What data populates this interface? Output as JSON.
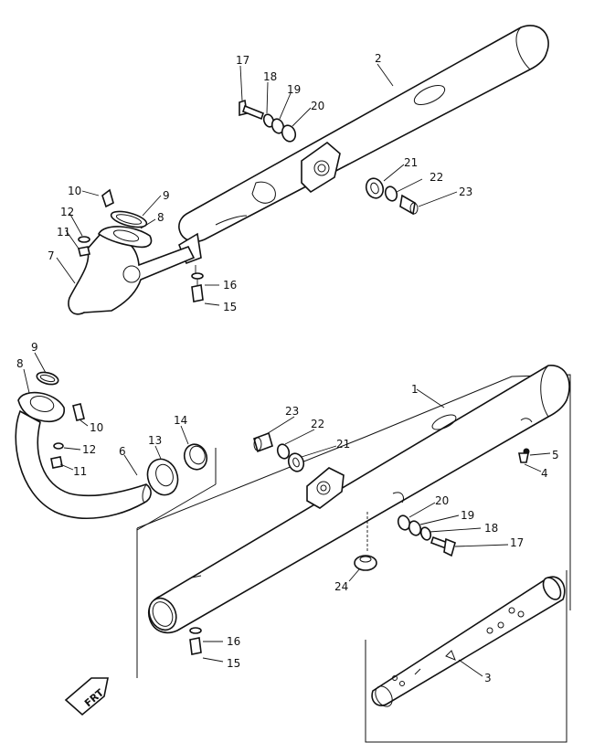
{
  "diagram": {
    "type": "exploded-parts-diagram",
    "front_marker": {
      "label": "FRT",
      "icon": "front-arrow-icon"
    },
    "callouts": [
      {
        "id": "c1",
        "label": "1"
      },
      {
        "id": "c2",
        "label": "2"
      },
      {
        "id": "c3",
        "label": "3"
      },
      {
        "id": "c4",
        "label": "4"
      },
      {
        "id": "c5",
        "label": "5"
      },
      {
        "id": "c6",
        "label": "6"
      },
      {
        "id": "c7",
        "label": "7"
      },
      {
        "id": "c8a",
        "label": "8"
      },
      {
        "id": "c8b",
        "label": "8"
      },
      {
        "id": "c9a",
        "label": "9"
      },
      {
        "id": "c9b",
        "label": "9"
      },
      {
        "id": "c10a",
        "label": "10"
      },
      {
        "id": "c10b",
        "label": "10"
      },
      {
        "id": "c11a",
        "label": "11"
      },
      {
        "id": "c11b",
        "label": "11"
      },
      {
        "id": "c12a",
        "label": "12"
      },
      {
        "id": "c12b",
        "label": "12"
      },
      {
        "id": "c13",
        "label": "13"
      },
      {
        "id": "c14",
        "label": "14"
      },
      {
        "id": "c15a",
        "label": "15"
      },
      {
        "id": "c15b",
        "label": "15"
      },
      {
        "id": "c16a",
        "label": "16"
      },
      {
        "id": "c16b",
        "label": "16"
      },
      {
        "id": "c17a",
        "label": "17"
      },
      {
        "id": "c17b",
        "label": "17"
      },
      {
        "id": "c18a",
        "label": "18"
      },
      {
        "id": "c18b",
        "label": "18"
      },
      {
        "id": "c19a",
        "label": "19"
      },
      {
        "id": "c19b",
        "label": "19"
      },
      {
        "id": "c20a",
        "label": "20"
      },
      {
        "id": "c20b",
        "label": "20"
      },
      {
        "id": "c21a",
        "label": "21"
      },
      {
        "id": "c21b",
        "label": "21"
      },
      {
        "id": "c22a",
        "label": "22"
      },
      {
        "id": "c22b",
        "label": "22"
      },
      {
        "id": "c23a",
        "label": "23"
      },
      {
        "id": "c23b",
        "label": "23"
      },
      {
        "id": "c24",
        "label": "24"
      }
    ]
  }
}
